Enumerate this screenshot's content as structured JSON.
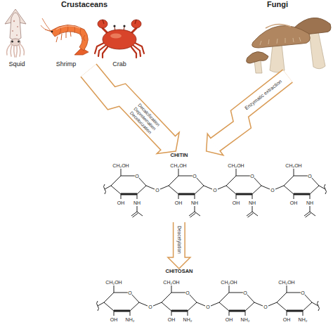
{
  "diagram": {
    "nodes": [
      {
        "text": [
          "Crustaceans"
        ]
      },
      {
        "text": [
          "Squid"
        ],
        "in": 0
      },
      {
        "text": [
          "Shrimp"
        ],
        "in": 0
      },
      {
        "text": [
          "Crab"
        ],
        "in": 0
      },
      {
        "text": [
          "Fungi"
        ]
      },
      {
        "text": [
          "CHITIN"
        ]
      },
      {
        "text": [
          "CHITOSAN"
        ]
      }
    ],
    "edges": [
      {
        "from": 0,
        "to": 5,
        "label": "Decalcification Deproteination Decolorization",
        "arrow": "to"
      },
      {
        "from": 4,
        "to": 5,
        "label": "Enzymatic extraction",
        "arrow": "to"
      },
      {
        "from": 5,
        "to": 6,
        "label": "Deacetylation",
        "arrow": "to"
      }
    ],
    "labels": [
      "CH₂OH",
      "O",
      "OH",
      "NH",
      "O",
      "CH₂OH",
      "O",
      "OH",
      "NH",
      "O",
      "CH₂OH",
      "O",
      "OH",
      "NH",
      "O",
      "CH₂OH",
      "O",
      "OH",
      "NH",
      "CH₂OH",
      "O",
      "OH",
      "NH₂",
      "O",
      "CH₂OH",
      "O",
      "OH",
      "NH₂",
      "O",
      "CH₂OH",
      "O",
      "OH",
      "NH₂",
      "O",
      "CH₂OH",
      "O",
      "OH",
      "NH₂"
    ]
  }
}
